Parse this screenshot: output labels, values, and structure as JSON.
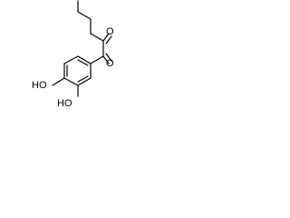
{
  "molecule": {
    "atoms": {
      "ho_left": "HO",
      "ho_bottom": "HO",
      "o_ketone_upper": "O",
      "o_ketone_lower": "O"
    }
  }
}
